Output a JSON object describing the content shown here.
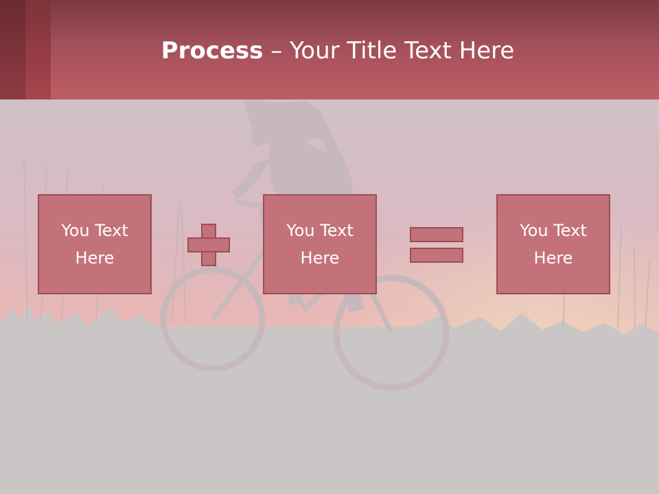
{
  "title": {
    "strong": "Process",
    "dash": " – ",
    "rest": "Your Title Text Here"
  },
  "boxes": [
    {
      "line1": "You Text",
      "line2": "Here"
    },
    {
      "line1": "You Text",
      "line2": "Here"
    },
    {
      "line1": "You Text",
      "line2": "Here"
    }
  ],
  "colors": {
    "title_bar": "#bd5e64",
    "box_fill": "#c4727a",
    "box_border": "#9a4d55",
    "background": "#cbc6c6"
  },
  "icons": {
    "plus": "plus-icon",
    "equals": "equals-icon"
  }
}
